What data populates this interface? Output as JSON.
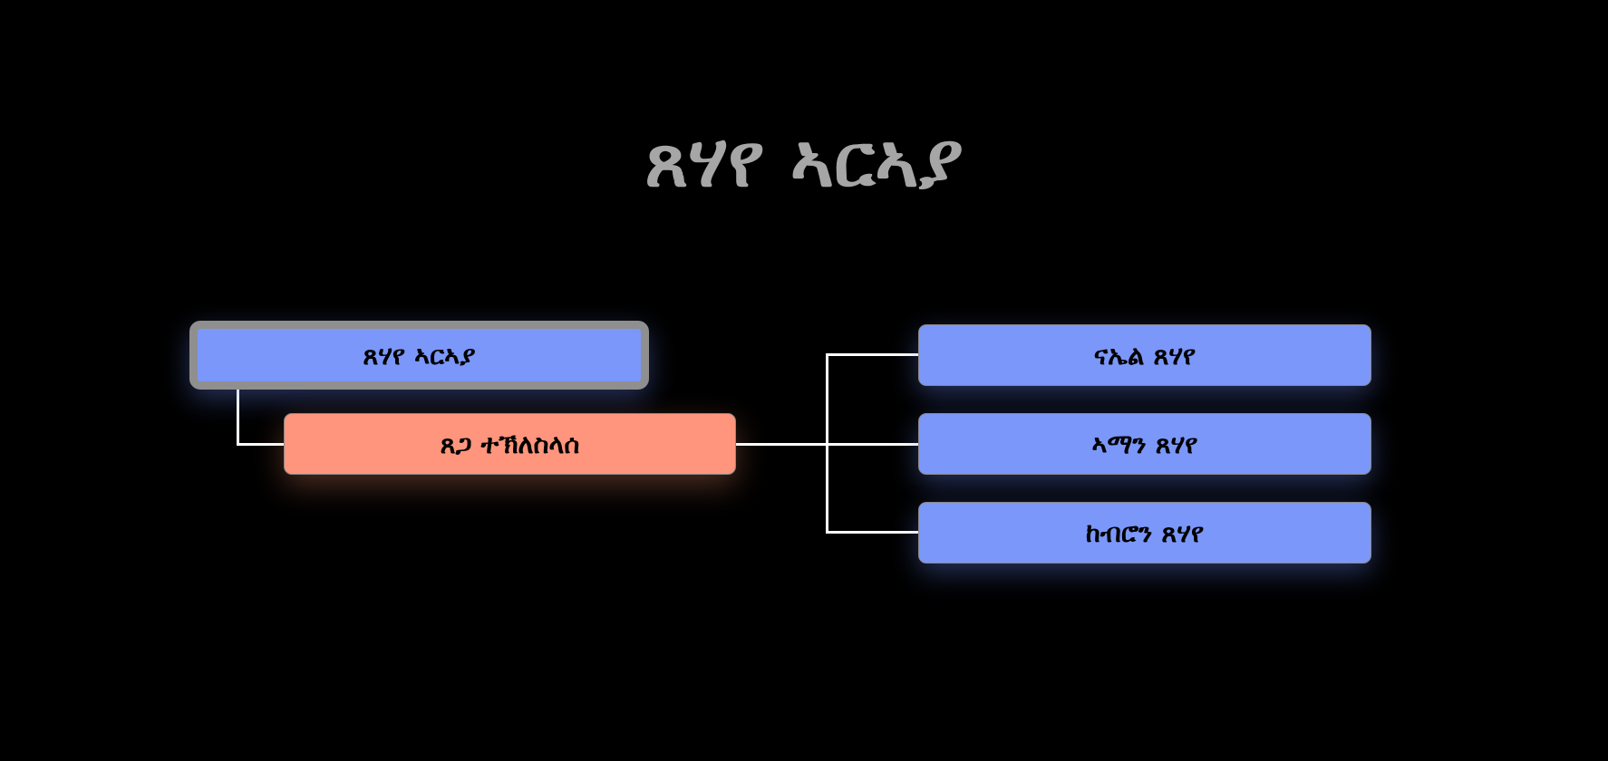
{
  "title": "ጸሃየ ኣርኣያ",
  "nodes": {
    "root": "ጸሃየ ኣርኣያ",
    "spouse": "ጸጋ ተኽለስላሰ",
    "children": [
      "ናኤል ጸሃየ",
      "ኣማን ጸሃየ",
      "ከብሮን ጸሃየ"
    ]
  },
  "colors": {
    "background": "#000000",
    "person": "#7b97fa",
    "spouse": "#ff957c",
    "title": "#a6a6a6",
    "root_border": "#8f8f8f",
    "connector": "#ffffff"
  }
}
